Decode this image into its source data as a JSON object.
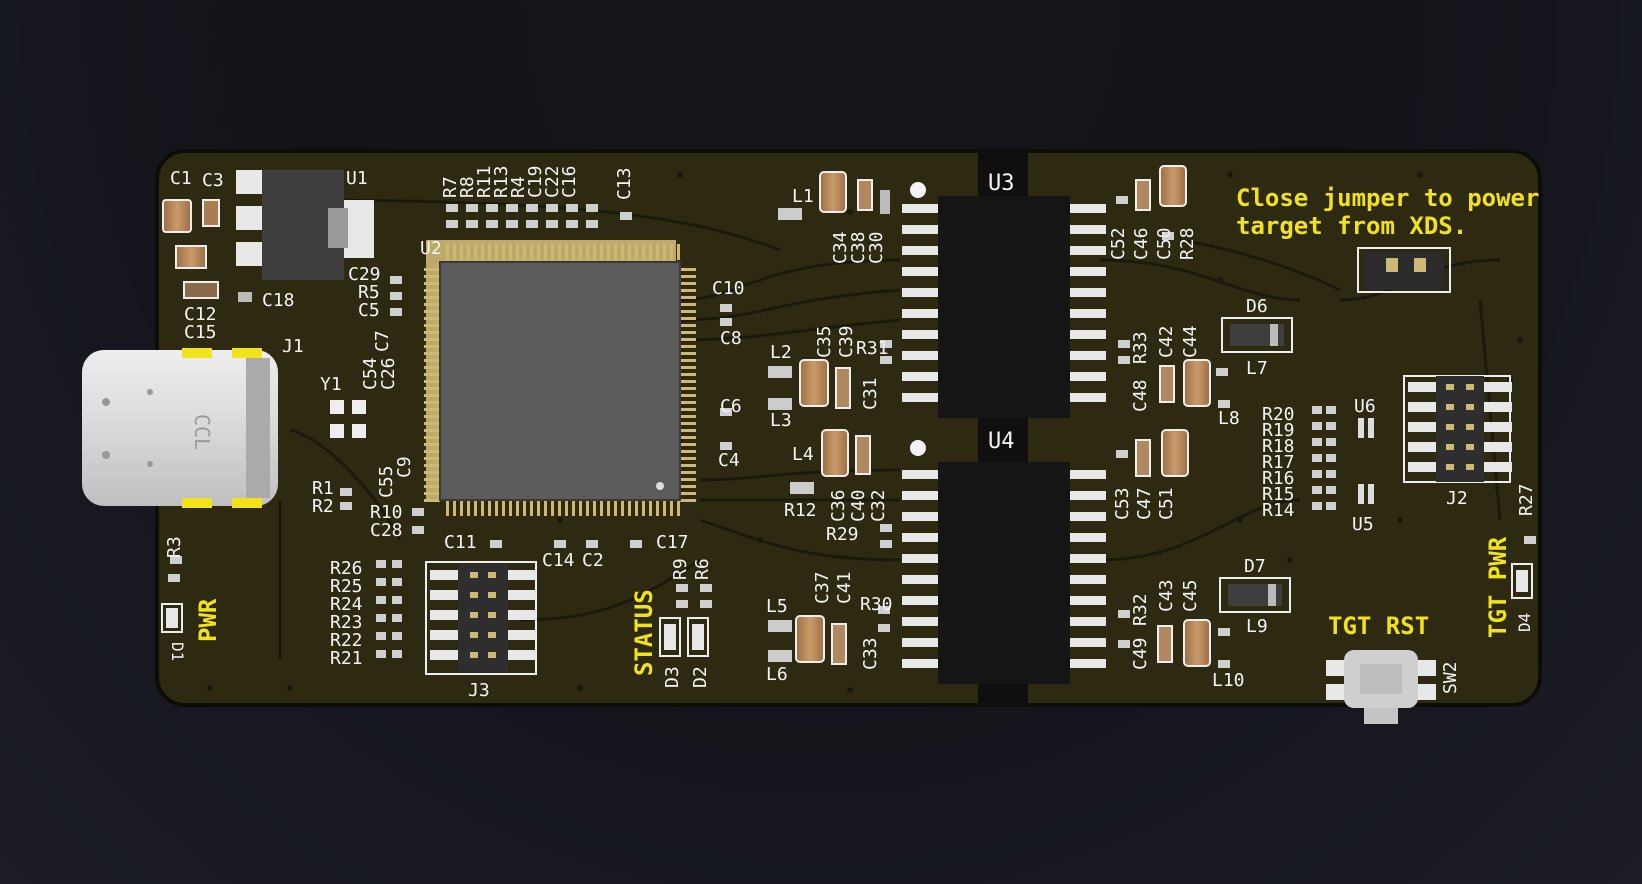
{
  "scene": {
    "board_color": "#2e2a12",
    "silk_white": "#f4f4f4",
    "silk_yellow": "#f2e21a",
    "ic_color": "#141414",
    "mcu_color": "#5b5b5b",
    "pad_color": "#cdb874"
  },
  "labels": {
    "note_line1": "Close jumper to power",
    "note_line2": "target from XDS.",
    "pwr": "PWR",
    "status": "STATUS",
    "tgt_rst": "TGT RST",
    "tgt_pwr": "TGT PWR",
    "u1": "U1",
    "u2": "U2",
    "u3": "U3",
    "u4": "U4",
    "u5": "U5",
    "u6": "U6",
    "j1": "J1",
    "j2": "J2",
    "j3": "J3",
    "y1": "Y1",
    "sw2": "SW2",
    "d1": "D1",
    "d2": "D2",
    "d3": "D3",
    "d4": "D4",
    "d6": "D6",
    "d7": "D7",
    "l1": "L1",
    "l2": "L2",
    "l3": "L3",
    "l4": "L4",
    "l5": "L5",
    "l6": "L6",
    "l7": "L7",
    "l8": "L8",
    "l9": "L9",
    "l10": "L10",
    "c1": "C1",
    "c3": "C3",
    "c12": "C12",
    "c15": "C15",
    "c18": "C18",
    "c29": "C29",
    "r5": "R5",
    "c5": "C5",
    "c10": "C10",
    "c8": "C8",
    "c6": "C6",
    "c4": "C4",
    "c11": "C11",
    "c14": "C14",
    "c2": "C2",
    "c17": "C17",
    "r1": "R1",
    "r2": "R2",
    "r10": "R10",
    "c28": "C28",
    "r3": "R3",
    "r12": "R12",
    "r29": "R29",
    "r30": "R30",
    "r31": "R31",
    "r20": "R20",
    "r19": "R19",
    "r18": "R18",
    "r17": "R17",
    "r16": "R16",
    "r15": "R15",
    "r14": "R14",
    "r26": "R26",
    "r25": "R25",
    "r24": "R24",
    "r23": "R23",
    "r22": "R22",
    "r21": "R21",
    "top_vertical": [
      "R7",
      "R8",
      "R11",
      "R13",
      "R4",
      "C19",
      "C22",
      "C16"
    ],
    "c13": "C13",
    "c7": "C7",
    "c54": "C54",
    "c26": "C26",
    "c55": "C55",
    "c9": "C9",
    "u3_left": [
      "C34",
      "C38",
      "C30"
    ],
    "u3_right": [
      "C52",
      "C46",
      "C50",
      "R28"
    ],
    "mid_left": [
      "C35",
      "C39"
    ],
    "c31": "C31",
    "mid_right": [
      "C42",
      "C44"
    ],
    "r33": "R33",
    "c48": "C48",
    "u4_left": [
      "C36",
      "C40",
      "C32"
    ],
    "u4_right": [
      "C53",
      "C47",
      "C51"
    ],
    "bot_left": [
      "C37",
      "C41"
    ],
    "c33": "C33",
    "bot_right": [
      "C43",
      "C45"
    ],
    "r32": "R32",
    "c49": "C49",
    "r9": "R9",
    "r6": "R6",
    "r27": "R27",
    "usb_text": "CCL"
  }
}
